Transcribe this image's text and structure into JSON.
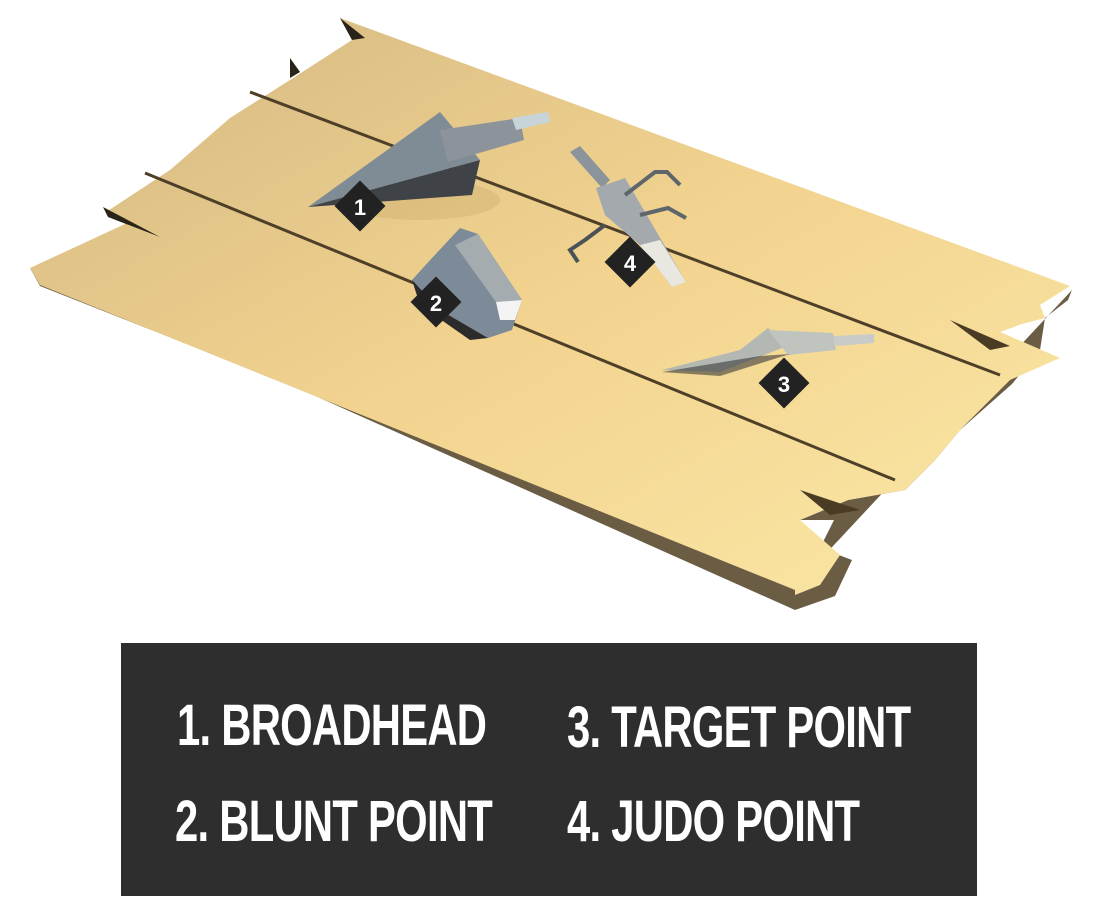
{
  "diagram": {
    "subject": "Arrowhead types on wooden planks",
    "colors": {
      "wood_top": "#f0cf8e",
      "wood_top_light": "#fbe5a4",
      "wood_side": "#6e6048",
      "groove": "#5a4a30",
      "metal_light": "#b8c0c6",
      "metal_dark": "#55595e",
      "marker": "#222222",
      "legend_bg": "#2e2e2e",
      "legend_text": "#ffffff"
    },
    "markers": [
      {
        "number": "1",
        "name": "broadhead"
      },
      {
        "number": "2",
        "name": "blunt point"
      },
      {
        "number": "3",
        "name": "target point"
      },
      {
        "number": "4",
        "name": "judo point"
      }
    ]
  },
  "legend": {
    "items": [
      {
        "label": "1. BROADHEAD"
      },
      {
        "label": "2. BLUNT POINT"
      },
      {
        "label": "3. TARGET POINT"
      },
      {
        "label": "4. JUDO POINT"
      }
    ]
  }
}
